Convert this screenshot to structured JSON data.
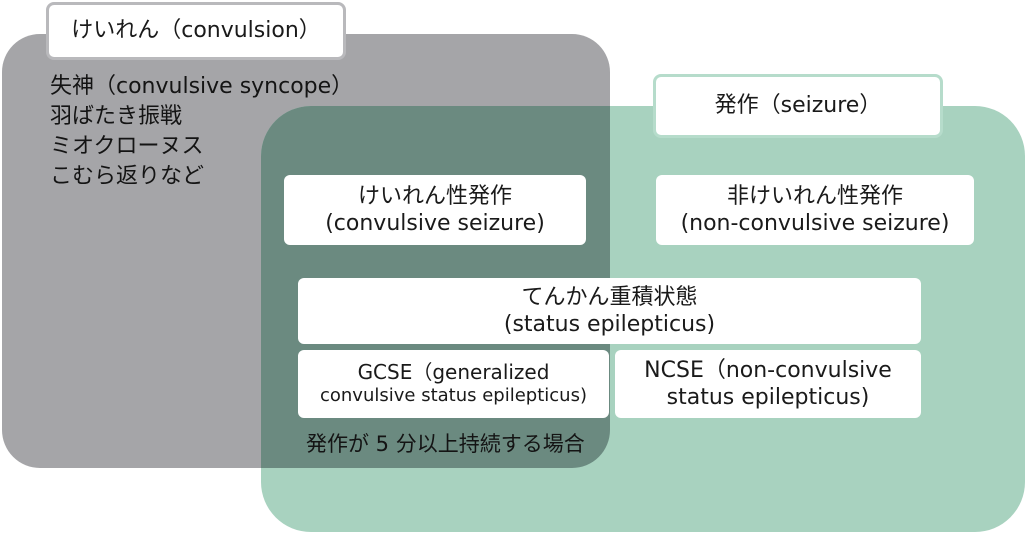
{
  "convulsion": {
    "title": "けいれん（convulsion）",
    "items": [
      "失神（convulsive syncope）",
      "羽ばたき振戦",
      "ミオクローヌス",
      "こむら返りなど"
    ]
  },
  "seizure": {
    "title": "発作（seizure）"
  },
  "convulsive_seizure": {
    "line1": "けいれん性発作",
    "line2": "(convulsive seizure)"
  },
  "nonconvulsive_seizure": {
    "line1": "非けいれん性発作",
    "line2": "(non-convulsive seizure)"
  },
  "status_epilepticus": {
    "line1": "てんかん重積状態",
    "line2": "(status epilepticus)"
  },
  "gcse": {
    "line1": "GCSE（generalized",
    "line2": "convulsive status epilepticus)",
    "note": "発作が 5 分以上持続する場合"
  },
  "ncse": {
    "line1": "NCSE（non-convulsive",
    "line2": "status epilepticus)"
  },
  "colors": {
    "convulsion_region": "#a5a5a8",
    "seizure_region": "#a8d2bf",
    "overlap_region": "#6b8a80"
  }
}
